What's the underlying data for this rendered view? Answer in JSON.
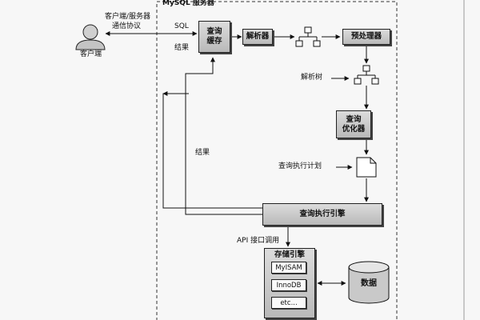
{
  "server": {
    "title": "MySQL 服务器"
  },
  "client": {
    "label": "客户端"
  },
  "protocol": {
    "line1": "客户端/服务器",
    "line2": "通信协议"
  },
  "edges": {
    "sql": "SQL",
    "result_top": "结果",
    "result_left": "结果",
    "api": "API 接口调用"
  },
  "nodes": {
    "query_cache": {
      "line1": "查询",
      "line2": "缓存"
    },
    "parser": "解析器",
    "preprocessor": "预处理器",
    "parse_tree": "解析树",
    "optimizer": {
      "line1": "查询",
      "line2": "优化器"
    },
    "execution_plan": "查询执行计划",
    "execution_engine": "查询执行引擎",
    "storage_engines": {
      "title": "存储引擎",
      "items": [
        "MyISAM",
        "InnoDB",
        "etc..."
      ]
    },
    "data": "数据"
  }
}
